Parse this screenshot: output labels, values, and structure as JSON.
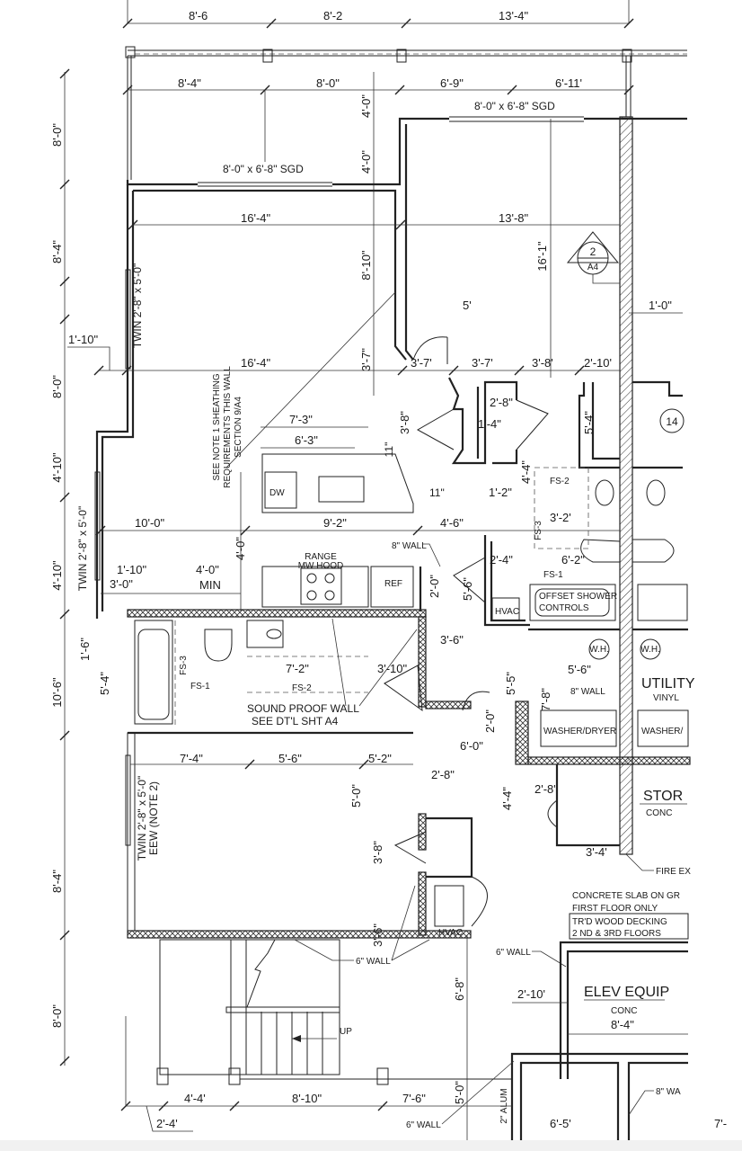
{
  "top_dims": [
    "8'-6",
    "8'-2",
    "13'-4\""
  ],
  "left_dims": [
    "8'-0\"",
    "8'-4\"",
    "8'-0\"",
    "4'-10\"",
    "4'-10\"",
    "10'-6\"",
    "8'-4\"",
    "8'-0\""
  ],
  "dims": {
    "balcony": [
      "8'-4\"",
      "8'-0\"",
      "6'-9\"",
      "6'-11'",
      "4'-0\"",
      "4'-0\""
    ],
    "living": [
      "16'-4\"",
      "13'-8\"",
      "8'-10\"",
      "16'-1\"",
      "5'",
      "1'-0\"",
      "1'-10\"",
      "16'-4\"",
      "3'-7\"",
      "3'-7'",
      "3'-7'",
      "3'-8'",
      "2'-10'"
    ],
    "bath_upper": [
      "2'-8\"",
      "1'-4\"",
      "3'-8\"",
      "5'-4\"",
      "11\"",
      "11\"",
      "1'-2\"",
      "4'-4\"",
      "3'-2'",
      "6'-2\"",
      "2'-4\""
    ],
    "kitchen": [
      "7'-3\"",
      "6'-3\"",
      "10'-0\"",
      "9'-2\"",
      "4'-6\"",
      "4'-0\"",
      "2'-0\"",
      "5'-6\"",
      "1'-10\"",
      "3'-0\"",
      "4'-0\""
    ],
    "bath_lower": [
      "1'-6\"",
      "5'-4\"",
      "7'-2\"",
      "3'-10\"",
      "3'-6\"",
      "5'-5\"",
      "5'-6\"",
      "7'-8\"",
      "2'-0\"",
      "6'-0\""
    ],
    "bedroom": [
      "7'-4\"",
      "5'-6\"",
      "5'-2\"",
      "5'-0\"",
      "2'-8\"",
      "2'-8\"",
      "4'-4\"",
      "3'-8\"",
      "3'-6\"",
      "3'-4'"
    ],
    "bottom": [
      "6'-8\"",
      "2'-10'",
      "4'-4'",
      "8'-10\"",
      "7'-6\"",
      "2'-4'",
      "5'-0\"",
      "6'-5'",
      "7'-"
    ]
  },
  "labels": {
    "sgd_top": "8'-0\" x 6'-8\" SGD",
    "sgd_mid": "8'-0\" x 6'-8\" SGD",
    "section_num": "2",
    "section_sheet": "A4",
    "twin_window_1": "TWIN 2'-8\" x 5'-0\"",
    "twin_window_2": "TWIN 2'-8\" x 5'-0\"",
    "twin_window_3": "TWIN 2'-8\" x 5'-0\"",
    "eew_note": "EEW (NOTE 2)",
    "sheathing_note": [
      "SEE NOTE 1  SHEATHING",
      "REQUIREMENTS THIS WALL",
      "SECTION 9/A4"
    ],
    "unit_tag": "14",
    "dw": "DW",
    "fs2_upper": "FS-2",
    "fs3_upper": "FS-3",
    "fs1_upper": "FS-1",
    "wall_8in_1": "8\" WALL",
    "range": "RANGE",
    "mw_hood": "MW HOOD",
    "ref": "REF",
    "min": "MIN",
    "hvac_1": "HVAC",
    "offset_shower": [
      "OFFSET SHOWER",
      "CONTROLS"
    ],
    "fs3_lower": "FS-3",
    "fs1_lower": "FS-1",
    "fs2_lower": "FS-2",
    "sound_proof": [
      "SOUND PROOF WALL",
      "SEE DT'L SHT A4"
    ],
    "wh_1": "W.H.",
    "wh_2": "W.H.",
    "utility": "UTILITY",
    "vinyl": "VINYL",
    "wall_8in_2": "8\" WALL",
    "washer_dryer": "WASHER/DRYER",
    "washer_partial": "WASHER/",
    "stor": "STOR",
    "stor_conc": "CONC",
    "hvac_2": "HVAC",
    "fire_ex": "FIRE EX",
    "slab_note": [
      "CONCRETE SLAB ON GR",
      "FIRST FLOOR ONLY"
    ],
    "decking_note": [
      "TR'D WOOD DECKING",
      "2 ND & 3RD FLOORS"
    ],
    "wall_6in_1": "6\" WALL",
    "wall_6in_2": "6\" WALL",
    "wall_6in_3": "6\" WALL",
    "elev_equip": "ELEV EQUIP",
    "elev_conc": "CONC",
    "elev_dim": "8'-4\"",
    "up": "UP",
    "alum": "2\" ALUM",
    "wall_8in_3": "8\" WA"
  }
}
